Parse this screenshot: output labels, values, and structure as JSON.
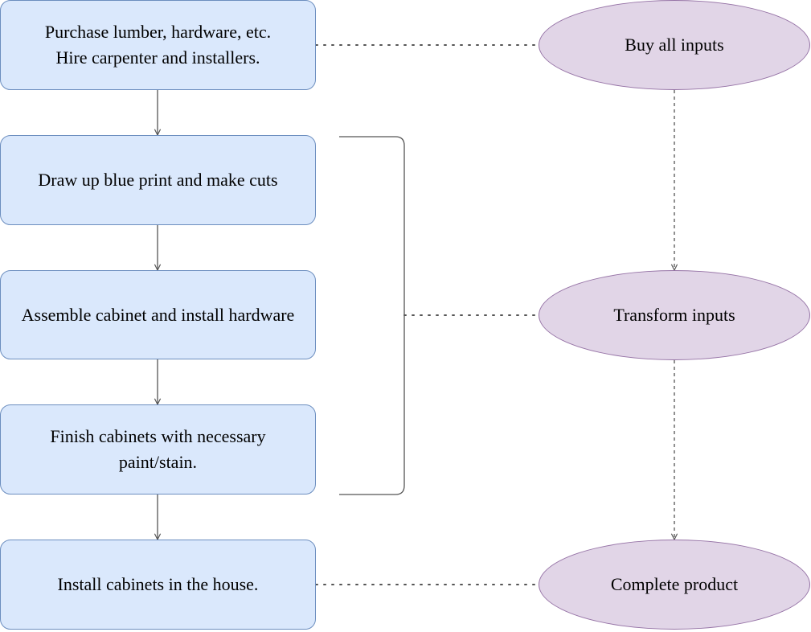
{
  "colors": {
    "box_fill": "#dae8fc",
    "box_stroke": "#6c8ebf",
    "ellipse_fill": "#e1d5e7",
    "ellipse_stroke": "#9673a6",
    "connector": "#555555",
    "text": "#000000"
  },
  "process_steps": [
    {
      "label": "Purchase lumber, hardware, etc.\nHire carpenter and installers."
    },
    {
      "label": "Draw up blue print and make cuts"
    },
    {
      "label": "Assemble cabinet and install hardware"
    },
    {
      "label": "Finish cabinets with necessary\npaint/stain."
    },
    {
      "label": "Install cabinets in the house."
    }
  ],
  "phases": [
    {
      "label": "Buy all inputs"
    },
    {
      "label": "Transform inputs"
    },
    {
      "label": "Complete product"
    }
  ]
}
